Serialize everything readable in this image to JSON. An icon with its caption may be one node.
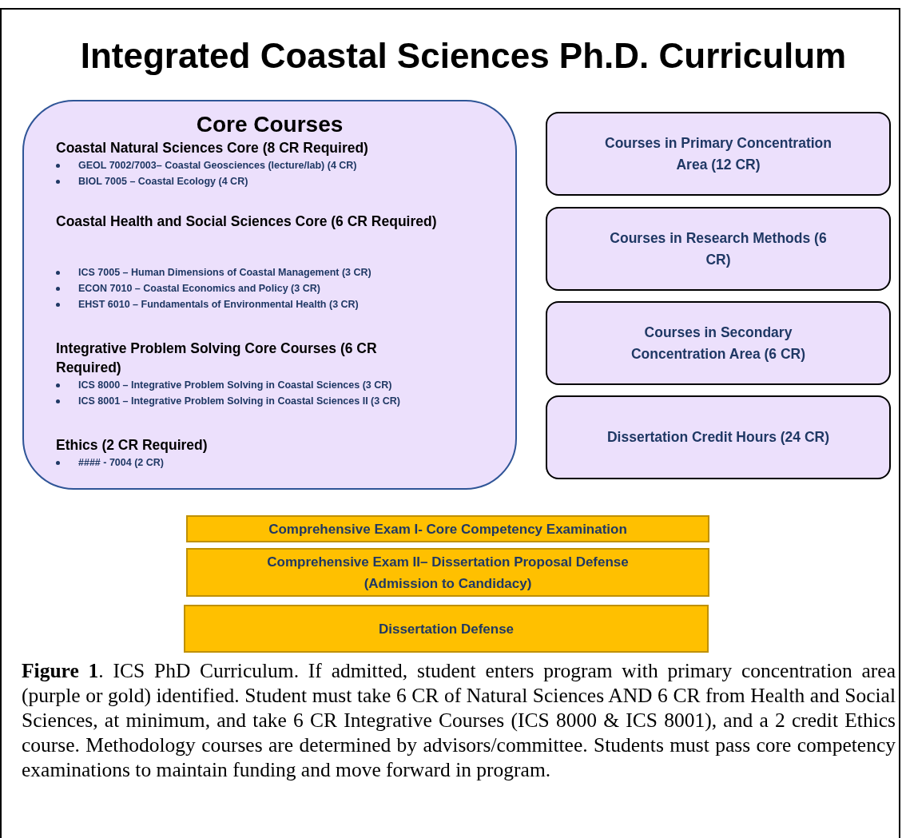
{
  "diagram": {
    "title": "Integrated Coastal Sciences Ph.D. Curriculum",
    "nodes": [
      {
        "text": [
          "Core Courses",
          "Coastal Natural Sciences Core (8 CR Required)",
          "GEOL 7002/7003– Coastal Geosciences (lecture/lab) (4 CR)",
          "BIOL 7005 – Coastal Ecology (4 CR)",
          "Coastal Health and Social Sciences Core (6 CR Required)",
          "ICS 7005 – Human Dimensions of Coastal Management (3 CR)",
          "ECON 7010 – Coastal Economics and Policy (3 CR)",
          "EHST 6010 – Fundamentals of Environmental Health (3 CR)",
          "Integrative Problem Solving Core Courses (6 CR Required)",
          "ICS 8000 – Integrative Problem Solving in Coastal Sciences (3 CR)",
          "ICS 8001 – Integrative Problem Solving in Coastal Sciences II (3 CR)",
          "Ethics (2 CR Required)",
          "#### - 7004 (2 CR)"
        ]
      },
      {
        "text": [
          "Courses in Primary Concentration Area (12 CR)"
        ]
      },
      {
        "text": [
          "Courses in Research Methods (6 CR)"
        ]
      },
      {
        "text": [
          "Courses in Secondary Concentration Area (6 CR)"
        ]
      },
      {
        "text": [
          "Dissertation Credit Hours (24 CR)"
        ]
      },
      {
        "text": [
          "Comprehensive Exam I- Core Competency Examination"
        ]
      },
      {
        "text": [
          "Comprehensive Exam II– Dissertation Proposal Defense (Admission to Candidacy)"
        ]
      },
      {
        "text": [
          "Dissertation Defense"
        ]
      }
    ],
    "edges": [],
    "caption": "**Figure 1**. ICS PhD Curriculum. If admitted, student enters program with primary concentration area (purple or gold) identified. Student must take 6 CR of Natural Sciences AND 6 CR from Health and Social Sciences, at minimum, and take 6 CR Integrative Courses (ICS 8000 & ICS 8001), and a 2 credit Ethics course. Methodology courses are determined by advisors/committee. Students must pass core competency examinations to maintain funding and move forward in program."
  }
}
